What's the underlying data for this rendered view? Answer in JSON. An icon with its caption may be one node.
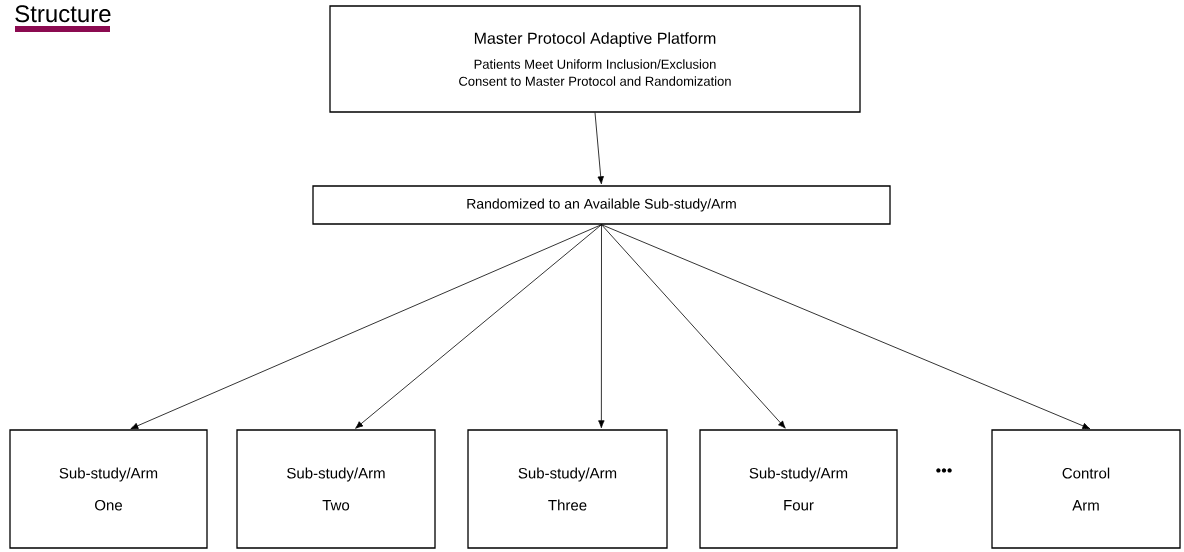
{
  "diagram": {
    "title": "Structure",
    "nodes": [
      {
        "text": [
          "Master Protocol Adaptive Platform",
          "Patients Meet Uniform Inclusion/Exclusion",
          "Consent to Master Protocol and Randomization"
        ]
      },
      {
        "text": [
          "Randomized to an Available Sub-study/Arm"
        ]
      },
      {
        "text": [
          "Sub-study/Arm",
          "One"
        ]
      },
      {
        "text": [
          "Sub-study/Arm",
          "Two"
        ]
      },
      {
        "text": [
          "Sub-study/Arm",
          "Three"
        ]
      },
      {
        "text": [
          "Sub-study/Arm",
          "Four"
        ]
      },
      {
        "text": [
          "Control",
          "Arm"
        ]
      }
    ],
    "edges": [
      {
        "from": 0,
        "to": 1,
        "arrow": "to"
      },
      {
        "from": 1,
        "to": 2,
        "arrow": "to"
      },
      {
        "from": 1,
        "to": 3,
        "arrow": "to"
      },
      {
        "from": 1,
        "to": 4,
        "arrow": "to"
      },
      {
        "from": 1,
        "to": 5,
        "arrow": "to"
      },
      {
        "from": 1,
        "to": 6,
        "arrow": "to"
      }
    ],
    "labels": [
      "•••"
    ]
  }
}
